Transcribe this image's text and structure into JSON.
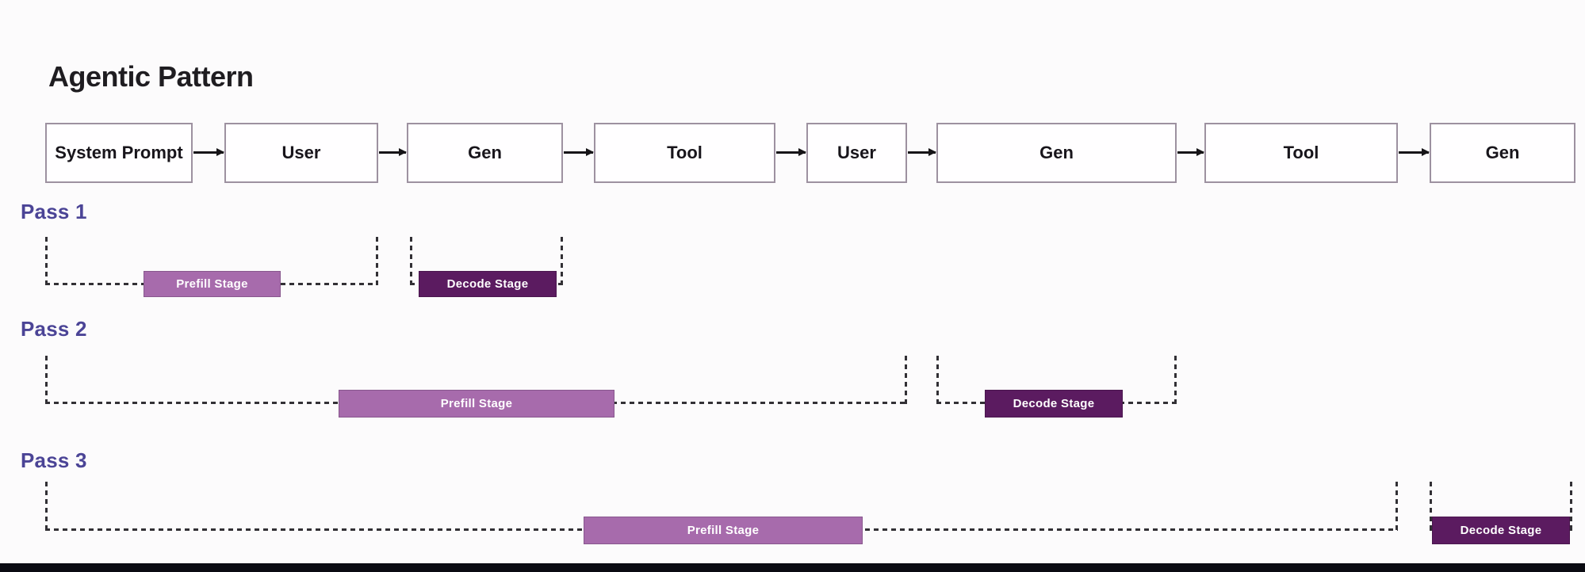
{
  "title": "Agentic Pattern",
  "flow": {
    "boxes": [
      {
        "label": "System Prompt"
      },
      {
        "label": "User"
      },
      {
        "label": "Gen"
      },
      {
        "label": "Tool"
      },
      {
        "label": "User"
      },
      {
        "label": "Gen"
      },
      {
        "label": "Tool"
      },
      {
        "label": "Gen"
      }
    ]
  },
  "passes": [
    {
      "label": "Pass 1",
      "stages": [
        {
          "type": "prefill",
          "label": "Prefill Stage"
        },
        {
          "type": "decode",
          "label": "Decode Stage"
        }
      ]
    },
    {
      "label": "Pass 2",
      "stages": [
        {
          "type": "prefill",
          "label": "Prefill Stage"
        },
        {
          "type": "decode",
          "label": "Decode Stage"
        }
      ]
    },
    {
      "label": "Pass 3",
      "stages": [
        {
          "type": "prefill",
          "label": "Prefill Stage"
        },
        {
          "type": "decode",
          "label": "Decode Stage"
        }
      ]
    }
  ],
  "colors": {
    "title": "#1f1d21",
    "pass_label": "#4b4496",
    "box_border": "#9d91a0",
    "dash": "#323035",
    "prefill": "#a76bac",
    "decode": "#5b1b60",
    "stage_text": "#ffffff",
    "bottom_bar": "#0b0b12"
  }
}
